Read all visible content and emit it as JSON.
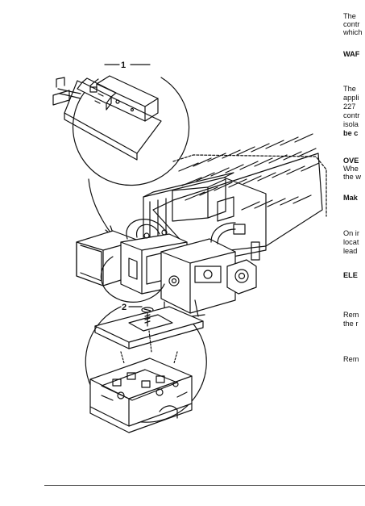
{
  "figure": {
    "callout_1": "1",
    "callout_2": "2"
  },
  "text_column": {
    "lines": [
      {
        "text": "The",
        "bold": false
      },
      {
        "text": "contr",
        "bold": false
      },
      {
        "text": "which",
        "bold": false
      },
      {
        "text": "WAF",
        "bold": true
      },
      {
        "text": "The",
        "bold": false
      },
      {
        "text": "appli",
        "bold": false
      },
      {
        "text": "227",
        "bold": false
      },
      {
        "text": "contr",
        "bold": false
      },
      {
        "text": "isola",
        "bold": false
      },
      {
        "text": "be c",
        "bold": true
      },
      {
        "text": "OVE",
        "bold": true
      },
      {
        "text": "Whe",
        "bold": false
      },
      {
        "text": "the w",
        "bold": false
      },
      {
        "text": "Mak",
        "bold": true
      },
      {
        "text": "On ir",
        "bold": false
      },
      {
        "text": "locat",
        "bold": false
      },
      {
        "text": "lead",
        "bold": false
      },
      {
        "text": "ELE",
        "bold": true
      },
      {
        "text": "Rem",
        "bold": false
      },
      {
        "text": "the r",
        "bold": false
      },
      {
        "text": "Rem",
        "bold": false
      }
    ]
  }
}
